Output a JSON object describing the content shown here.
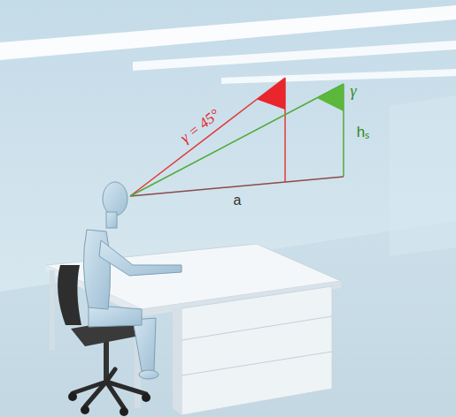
{
  "diagram": {
    "labels": [
      "γ = 45°",
      "γ",
      "hₛ",
      "a"
    ]
  }
}
